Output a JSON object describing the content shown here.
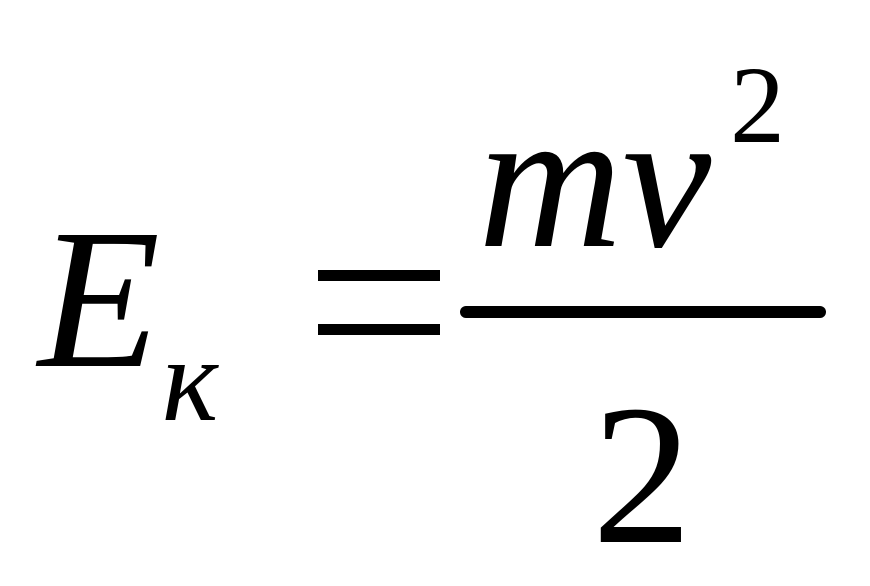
{
  "formula": {
    "lhs": {
      "variable": "E",
      "subscript": "к"
    },
    "relation": "=",
    "rhs": {
      "numerator": "mv",
      "numerator_exponent": "2",
      "denominator": "2"
    }
  },
  "colors": {
    "ink": "#000000",
    "background": "#ffffff"
  }
}
